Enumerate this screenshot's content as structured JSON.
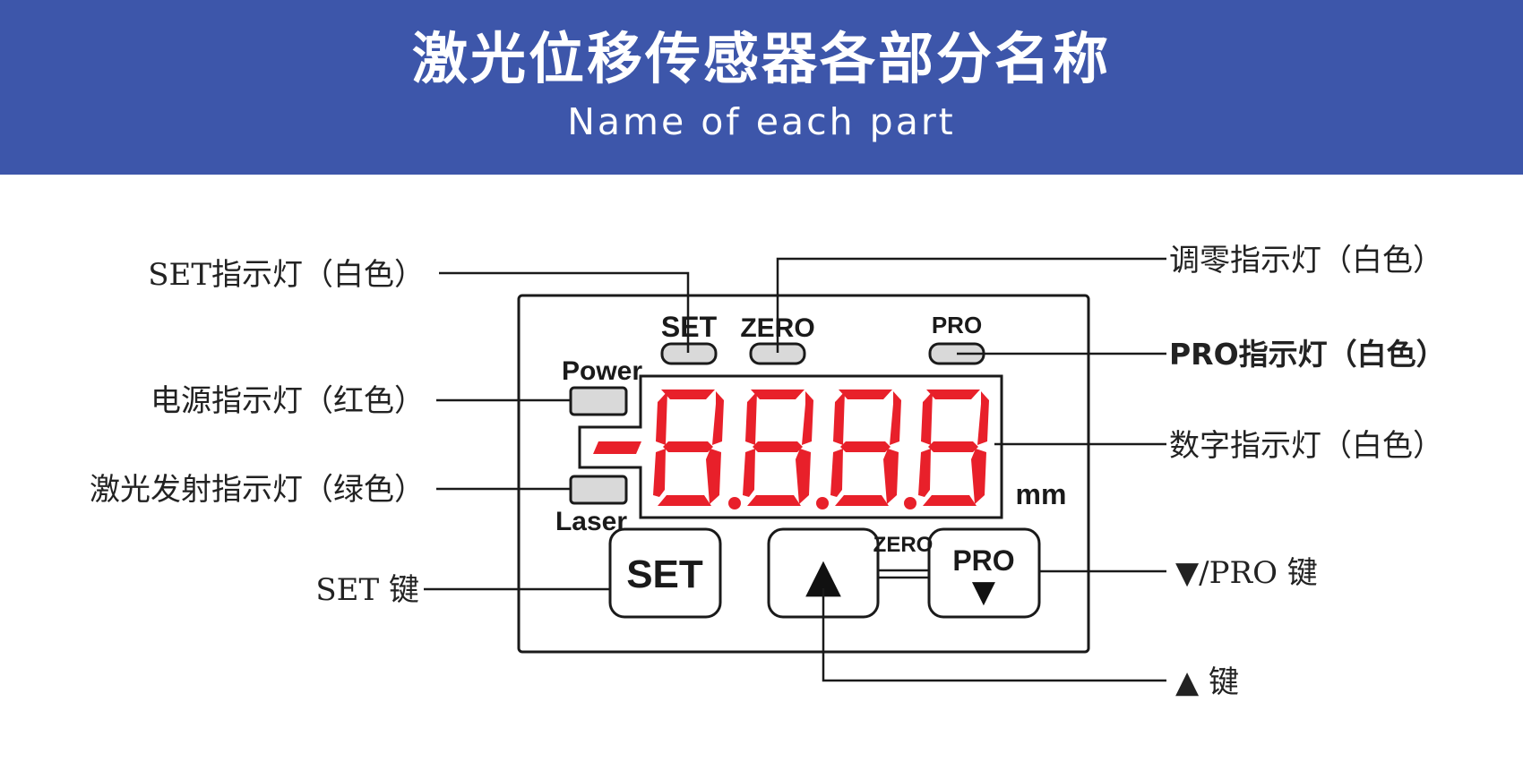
{
  "header": {
    "title": "激光位移传感器各部分名称",
    "subtitle": "Name of each part"
  },
  "panel": {
    "indicator_set": "SET",
    "indicator_zero": "ZERO",
    "indicator_pro": "PRO",
    "power_label": "Power",
    "laser_label": "Laser",
    "display_value": "-8.8.8.8",
    "unit": "mm",
    "button_set": "SET",
    "button_up_symbol": "▲",
    "button_pro": "PRO",
    "button_pro_symbol": "▼",
    "zero_combo_label": "ZERO"
  },
  "callouts": {
    "set_indicator": "SET指示灯（白色）",
    "power_indicator": "电源指示灯（红色）",
    "laser_indicator": "激光发射指示灯（绿色）",
    "set_key": "SET 键",
    "zero_indicator": "调零指示灯（白色）",
    "pro_indicator": "PRO指示灯（白色）",
    "digit_indicator": "数字指示灯（白色）",
    "down_pro_key": "▼/PRO 键",
    "up_key": "▲ 键"
  },
  "colors": {
    "banner": "#3d56aa",
    "segment_red": "#e8202a",
    "outline": "#1a1a1a",
    "led_fill": "#d9d9d9"
  }
}
